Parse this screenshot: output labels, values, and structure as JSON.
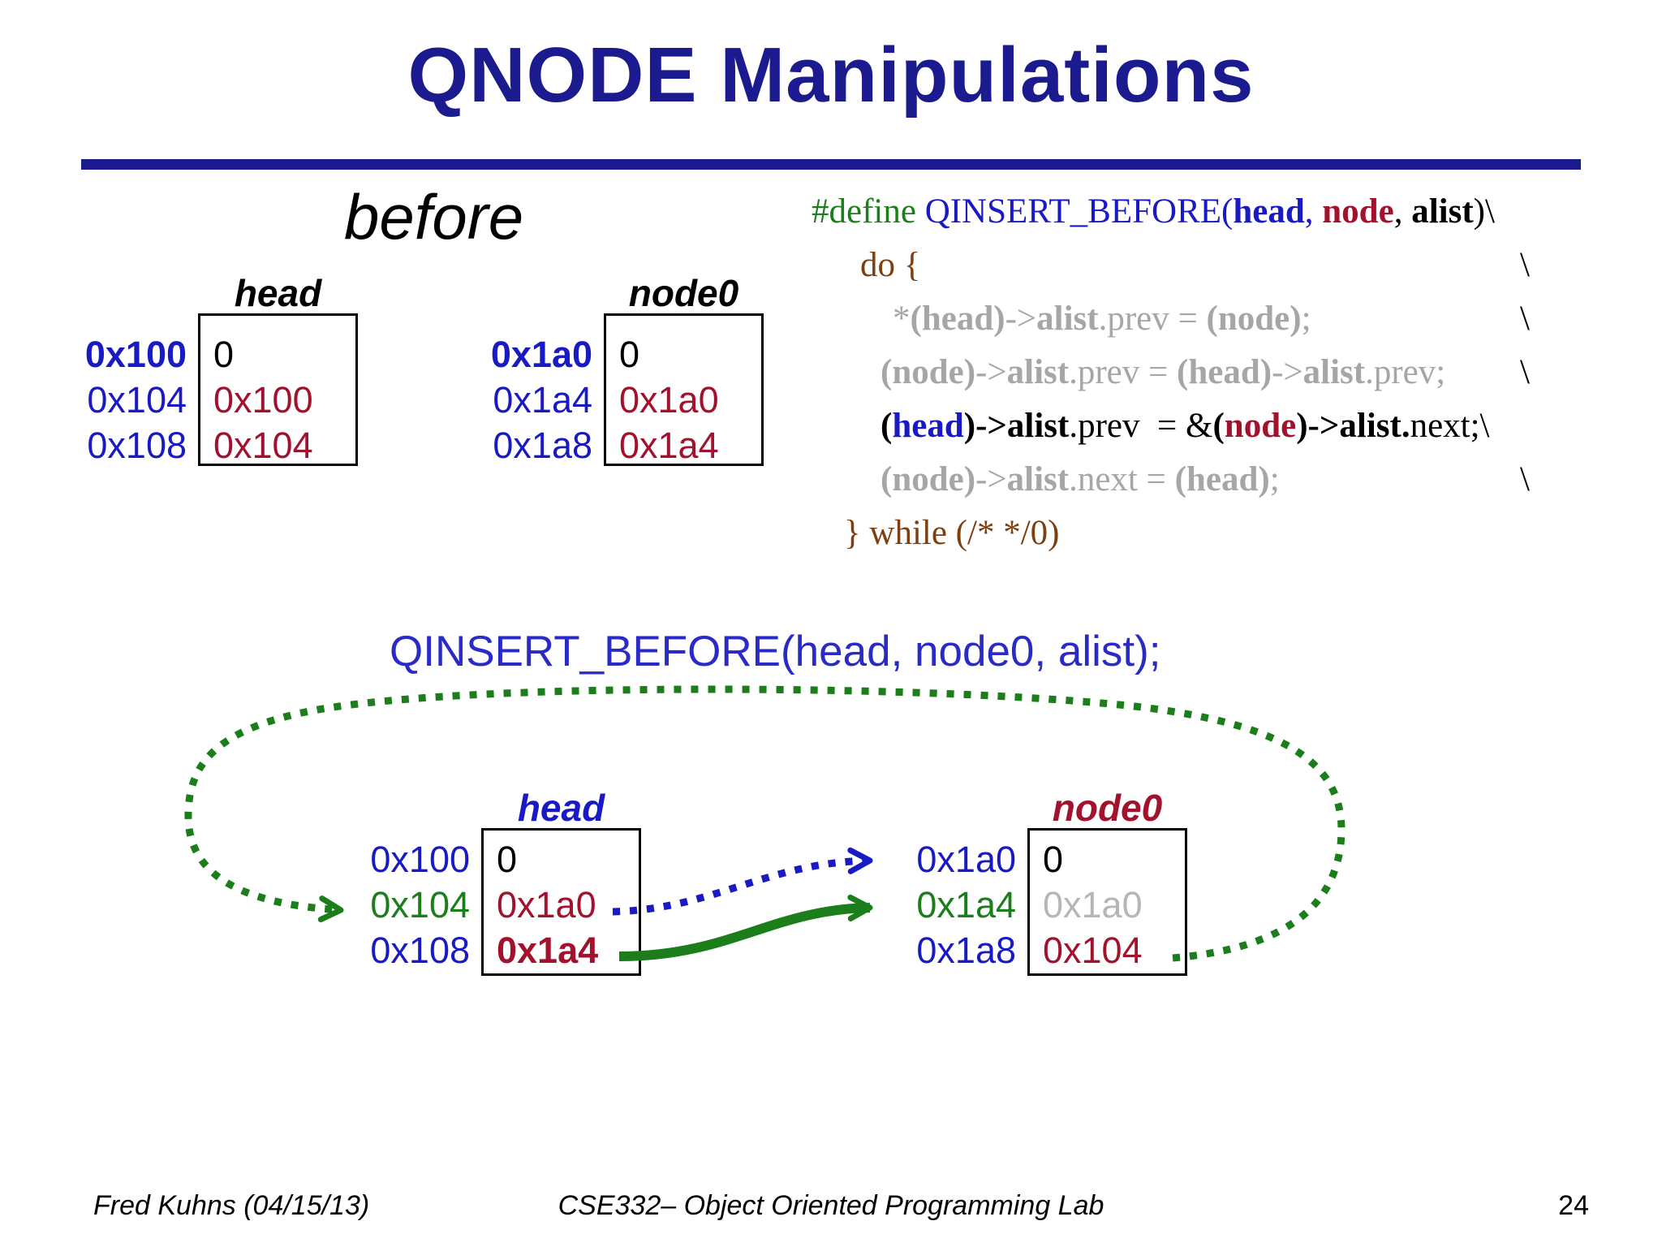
{
  "slide": {
    "title": "QNODE Manipulations",
    "before_label": "before",
    "call_text": "QINSERT_BEFORE(head, node0, alist);",
    "footer": {
      "author": "Fred Kuhns (04/15/13)",
      "course": "CSE332– Object Oriented Programming Lab",
      "page_number": "24"
    }
  },
  "colors": {
    "title_navy": "#1b1a8e",
    "address_blue": "#1a1ac4",
    "value_dark_red": "#a3122d",
    "arrow_green": "#1b7e1b",
    "inactive_gray": "#a6a6a6",
    "overwritten_gray": "#b6b6b6",
    "keyword_brown": "#7d3f10",
    "call_blue": "#2a2ac8"
  },
  "boxes": {
    "before_head": {
      "label": "head",
      "label_style": "black",
      "rows": [
        {
          "addr": "0x100",
          "addr_style": "blue bold",
          "value": "0",
          "value_style": "black"
        },
        {
          "addr": "0x104",
          "addr_style": "blue",
          "value": "0x100",
          "value_style": "red"
        },
        {
          "addr": "0x108",
          "addr_style": "blue",
          "value": "0x104",
          "value_style": "red"
        }
      ]
    },
    "before_node0": {
      "label": "node0",
      "label_style": "black",
      "rows": [
        {
          "addr": "0x1a0",
          "addr_style": "blue bold",
          "value": "0",
          "value_style": "black"
        },
        {
          "addr": "0x1a4",
          "addr_style": "blue",
          "value": "0x1a0",
          "value_style": "red"
        },
        {
          "addr": "0x1a8",
          "addr_style": "blue",
          "value": "0x1a4",
          "value_style": "red"
        }
      ]
    },
    "after_head": {
      "label": "head",
      "label_style": "blue",
      "rows": [
        {
          "addr": "0x100",
          "addr_style": "blue",
          "value": "0",
          "value_style": "black"
        },
        {
          "addr": "0x104",
          "addr_style": "green",
          "value": "0x1a0",
          "value_style": "red"
        },
        {
          "addr": "0x108",
          "addr_style": "blue",
          "value": "0x1a4",
          "value_style": "red bold"
        }
      ]
    },
    "after_node0": {
      "label": "node0",
      "label_style": "red",
      "rows": [
        {
          "addr": "0x1a0",
          "addr_style": "blue",
          "value": "0",
          "value_style": "black"
        },
        {
          "addr": "0x1a4",
          "addr_style": "green",
          "value": "0x1a0",
          "value_style": "lightgray"
        },
        {
          "addr": "0x1a8",
          "addr_style": "blue",
          "value": "0x104",
          "value_style": "red"
        }
      ]
    }
  },
  "code": {
    "lines": [
      {
        "indent": 0,
        "cont": "",
        "segments": [
          {
            "t": "#define ",
            "s": "green"
          },
          {
            "t": "QINSERT_BEFORE(",
            "s": "blue"
          },
          {
            "t": "head",
            "s": "blue bold"
          },
          {
            "t": ", ",
            "s": "blue"
          },
          {
            "t": "node",
            "s": "red bold"
          },
          {
            "t": ", ",
            "s": "black"
          },
          {
            "t": "alist",
            "s": "black bold"
          },
          {
            "t": ")\\",
            "s": "black"
          }
        ]
      },
      {
        "indent": 60,
        "cont": "\\",
        "cont_style": "black",
        "segments": [
          {
            "t": "do {",
            "s": "brown"
          }
        ]
      },
      {
        "indent": 100,
        "cont": "\\",
        "cont_style": "gray",
        "segments": [
          {
            "t": "*",
            "s": "gray"
          },
          {
            "t": "(head)",
            "s": "gray bold"
          },
          {
            "t": "->",
            "s": "gray"
          },
          {
            "t": "alist",
            "s": "gray bold"
          },
          {
            "t": ".prev = ",
            "s": "gray"
          },
          {
            "t": "(node)",
            "s": "gray bold"
          },
          {
            "t": ";",
            "s": "gray"
          }
        ]
      },
      {
        "indent": 85,
        "cont": "\\",
        "cont_style": "gray",
        "segments": [
          {
            "t": "(node)",
            "s": "gray bold"
          },
          {
            "t": "->",
            "s": "gray"
          },
          {
            "t": "alist",
            "s": "gray bold"
          },
          {
            "t": ".prev = ",
            "s": "gray"
          },
          {
            "t": "(head)",
            "s": "gray bold"
          },
          {
            "t": "->",
            "s": "gray"
          },
          {
            "t": "alist",
            "s": "gray bold"
          },
          {
            "t": ".prev;",
            "s": "gray"
          }
        ]
      },
      {
        "indent": 85,
        "cont": "",
        "segments": [
          {
            "t": "(",
            "s": "black bold"
          },
          {
            "t": "head",
            "s": "blue bold"
          },
          {
            "t": ")->",
            "s": "black bold"
          },
          {
            "t": "alist",
            "s": "black bold"
          },
          {
            "t": ".prev  = &",
            "s": "black"
          },
          {
            "t": "(",
            "s": "black bold"
          },
          {
            "t": "node",
            "s": "red bold"
          },
          {
            "t": ")->",
            "s": "black bold"
          },
          {
            "t": "alist.",
            "s": "black bold"
          },
          {
            "t": "next;\\",
            "s": "black"
          }
        ]
      },
      {
        "indent": 85,
        "cont": "\\",
        "cont_style": "gray",
        "segments": [
          {
            "t": "(node)",
            "s": "gray bold"
          },
          {
            "t": "->",
            "s": "gray"
          },
          {
            "t": "alist",
            "s": "gray bold"
          },
          {
            "t": ".next = ",
            "s": "gray"
          },
          {
            "t": "(head)",
            "s": "gray bold"
          },
          {
            "t": ";",
            "s": "gray"
          }
        ]
      },
      {
        "indent": 40,
        "cont": "",
        "segments": [
          {
            "t": "} while (/* */0)",
            "s": "brown"
          }
        ]
      }
    ]
  },
  "arrows": {
    "green_dotted_loop": "node0 0x104 value points back to head address 0x104",
    "blue_dotted": "head 0x1a0 value points to node0 address 0x1a0",
    "green_solid": "head 0x1a4 value points to node0 address 0x1a4"
  }
}
